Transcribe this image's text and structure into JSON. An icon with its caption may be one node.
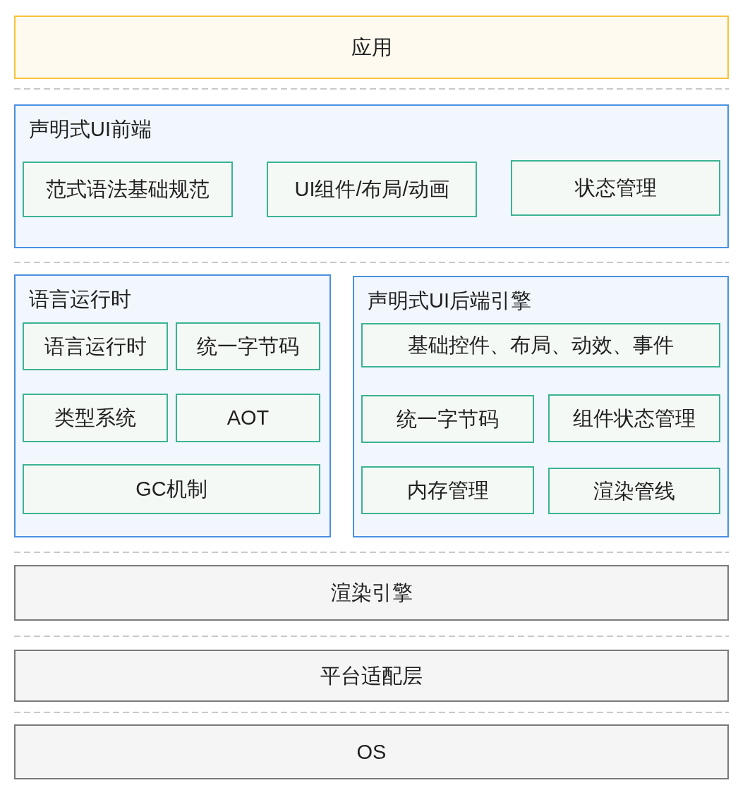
{
  "diagram": {
    "nodes": [
      {
        "text": [
          "应用"
        ]
      },
      {
        "text": [
          "声明式UI前端"
        ]
      },
      {
        "text": [
          "范式语法基础规范"
        ],
        "in": 1
      },
      {
        "text": [
          "UI组件/布局/动画"
        ],
        "in": 1
      },
      {
        "text": [
          "状态管理"
        ],
        "in": 1
      },
      {
        "text": [
          "语言运行时"
        ]
      },
      {
        "text": [
          "语言运行时"
        ],
        "in": 5
      },
      {
        "text": [
          "统一字节码"
        ],
        "in": 5
      },
      {
        "text": [
          "类型系统"
        ],
        "in": 5
      },
      {
        "text": [
          "AOT"
        ],
        "in": 5
      },
      {
        "text": [
          "GC机制"
        ],
        "in": 5
      },
      {
        "text": [
          "声明式UI后端引擎"
        ]
      },
      {
        "text": [
          "基础控件、布局、动效、事件"
        ],
        "in": 11
      },
      {
        "text": [
          "统一字节码"
        ],
        "in": 11
      },
      {
        "text": [
          "组件状态管理"
        ],
        "in": 11
      },
      {
        "text": [
          "内存管理"
        ],
        "in": 11
      },
      {
        "text": [
          "渲染管线"
        ],
        "in": 11
      },
      {
        "text": [
          "渲染引擎"
        ]
      },
      {
        "text": [
          "平台适配层"
        ]
      },
      {
        "text": [
          "OS"
        ]
      }
    ]
  }
}
